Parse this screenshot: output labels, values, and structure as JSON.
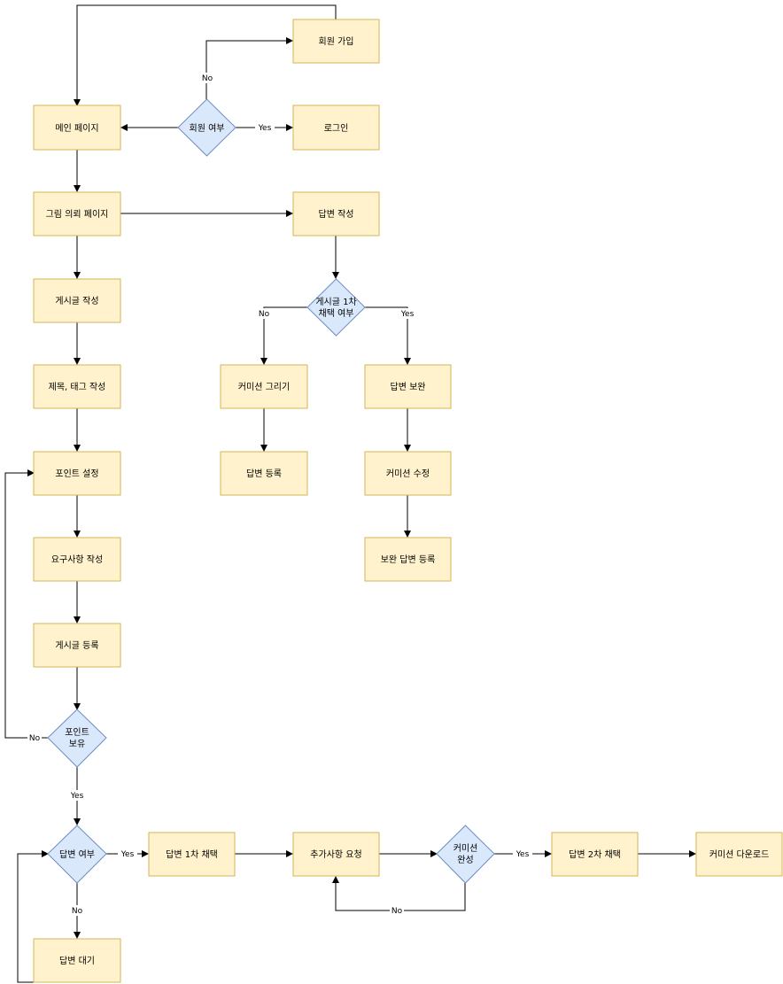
{
  "nodes": {
    "signup": "회원 가입",
    "member_check": "회원 여부",
    "login": "로그인",
    "main_page": "메인 페이지",
    "request_page": "그림 의뢰 페이지",
    "answer_write": "답변 작성",
    "post_write": "게시글 작성",
    "first_adopt_check": [
      "게시글 1차",
      "채택 여부"
    ],
    "title_tag": "제목, 태그 작성",
    "commission_draw": "커미션 그리기",
    "answer_supplement": "답변 보완",
    "point_setting": "포인트 설정",
    "answer_register": "답변 등록",
    "commission_edit": "커미션 수정",
    "requirements": "요구사항 작성",
    "supplement_register": "보완 답변 등록",
    "post_register": "게시글 등록",
    "point_check": [
      "포인트",
      "보유"
    ],
    "answer_check": "답변 여부",
    "first_adopt": "답변 1차 채택",
    "extra_request": "추가사항 요청",
    "complete_check": [
      "커미션",
      "완성"
    ],
    "second_adopt": "답변 2차 채택",
    "download": "커미션 다운로드",
    "answer_wait": "답변 대기"
  },
  "edge_labels": {
    "member_no": "No",
    "member_yes": "Yes",
    "adopt_no": "No",
    "adopt_yes": "Yes",
    "point_no": "No",
    "point_yes": "Yes",
    "answer_yes": "Yes",
    "answer_no": "No",
    "complete_yes": "Yes",
    "complete_no": "No"
  }
}
